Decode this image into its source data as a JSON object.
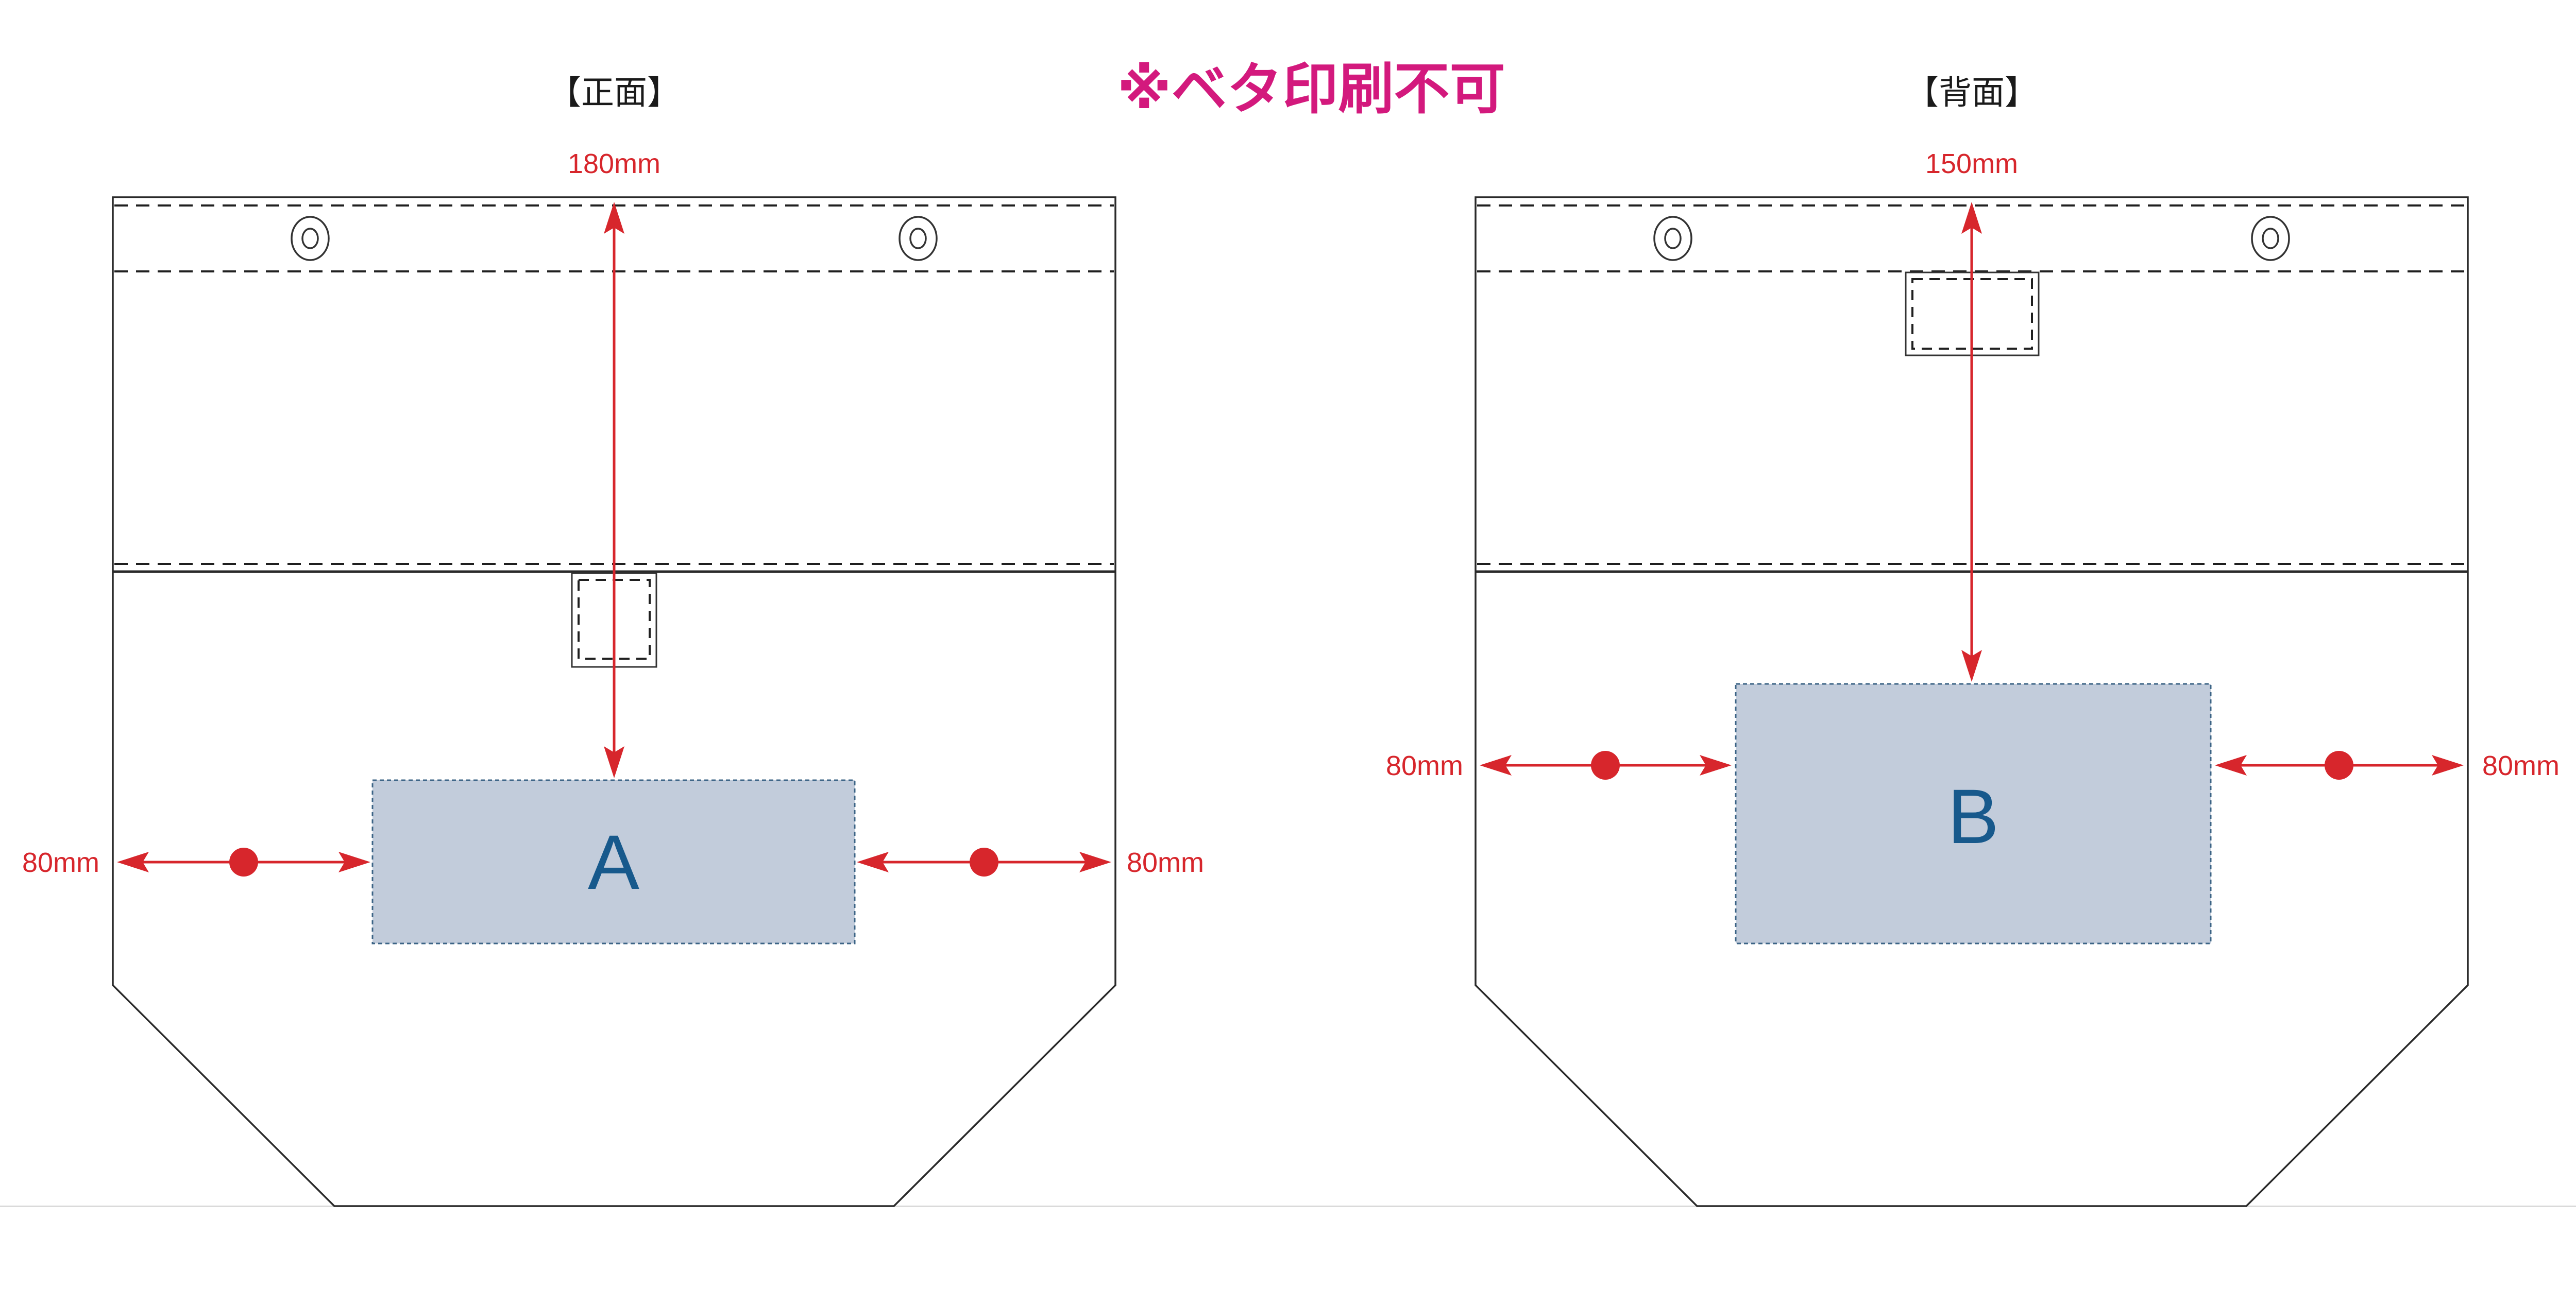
{
  "note": {
    "text": "※ベタ印刷不可"
  },
  "front": {
    "title": "【正面】",
    "print_area_label": "A",
    "dims": {
      "vertical": "180mm",
      "left": "80mm",
      "right": "80mm"
    }
  },
  "back": {
    "title": "【背面】",
    "print_area_label": "B",
    "dims": {
      "vertical": "150mm",
      "left": "80mm",
      "right": "80mm"
    }
  },
  "colors": {
    "dimension_red": "#d7262c",
    "note_magenta": "#d3197d",
    "print_area_fill": "#c2ccdb",
    "print_area_border": "#3c6486",
    "print_area_letter": "#17598c",
    "bag_outline": "#2a2a2a"
  }
}
